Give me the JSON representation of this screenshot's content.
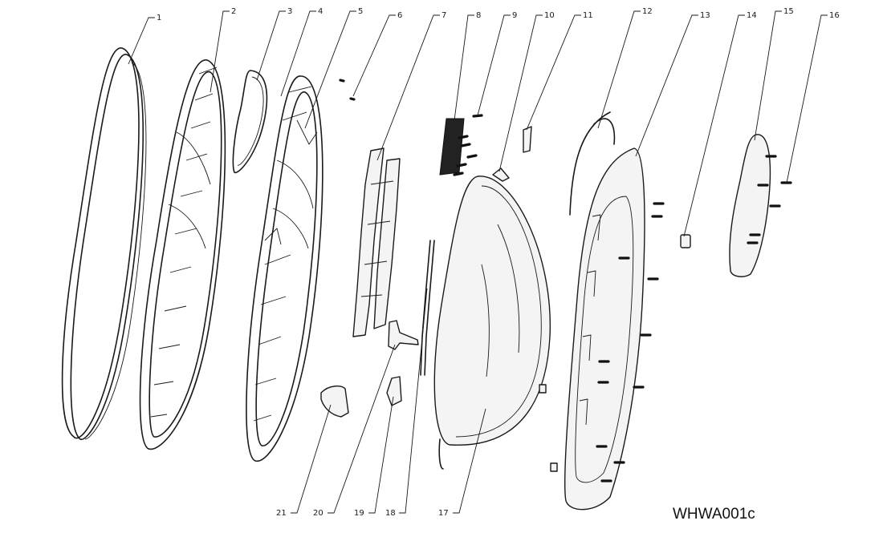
{
  "diagram": {
    "reference_code": "WHWA001c",
    "callouts": [
      "1",
      "2",
      "3",
      "4",
      "5",
      "6",
      "7",
      "8",
      "9",
      "10",
      "11",
      "12",
      "13",
      "14",
      "15",
      "16",
      "17",
      "18",
      "19",
      "20",
      "21"
    ]
  }
}
